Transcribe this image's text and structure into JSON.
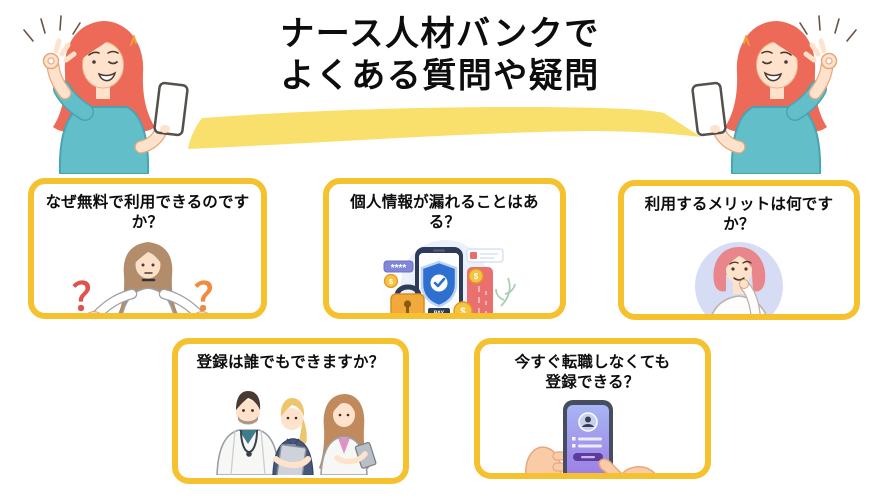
{
  "header": {
    "title": "ナース人材バンクで\nよくある質問や疑問"
  },
  "cards": [
    {
      "id": "why-free",
      "question": "なぜ無料で利用できるのですか？",
      "illustration": "woman-shrugging-with-question-marks"
    },
    {
      "id": "privacy-leak",
      "question": "個人情報が漏れることはある？",
      "illustration": "phone-security-shield-and-padlock"
    },
    {
      "id": "merits",
      "question": "利用するメリットは何ですか？",
      "illustration": "woman-thinking-hand-on-chin"
    },
    {
      "id": "who-can-register",
      "question": "登録は誰でもできますか？",
      "illustration": "three-medical-professionals"
    },
    {
      "id": "register-without-job-change",
      "question": "今すぐ転職しなくても\n登録できる？",
      "illustration": "hands-holding-registration-phone"
    }
  ],
  "illustration_text": {
    "question_mark": "？",
    "pay_label": "PAY",
    "password_mask": "****",
    "dollar_sign": "$"
  },
  "colors": {
    "card_border_gold": "#F6C12F",
    "title_highlight_yellow": "#F9E06C",
    "title_text": "#0d0d0d",
    "question_text": "#0d0d0d",
    "hair_red": "#EC6A57",
    "shirt_teal": "#62BEC9",
    "skin": "#FFE2CB",
    "question_mark_red": "#E0524C",
    "question_mark_orange": "#EF8A3E",
    "shield_blue": "#2F6FD0",
    "padlock_gold": "#F2A93B",
    "credit_card_coral": "#EA6F6F",
    "navy": "#2E3A59",
    "lavender_circle": "#D7DCF5",
    "pink_bob_hair": "#E9868C",
    "scrubs_navy": "#46597B",
    "pink_top": "#DD93C3",
    "phone_screen_purple_top": "#A7B6F4",
    "phone_screen_purple_bottom": "#9C7BE3",
    "register_button_purple": "#5C3D9B",
    "hand_peach": "#F9CBA6"
  }
}
